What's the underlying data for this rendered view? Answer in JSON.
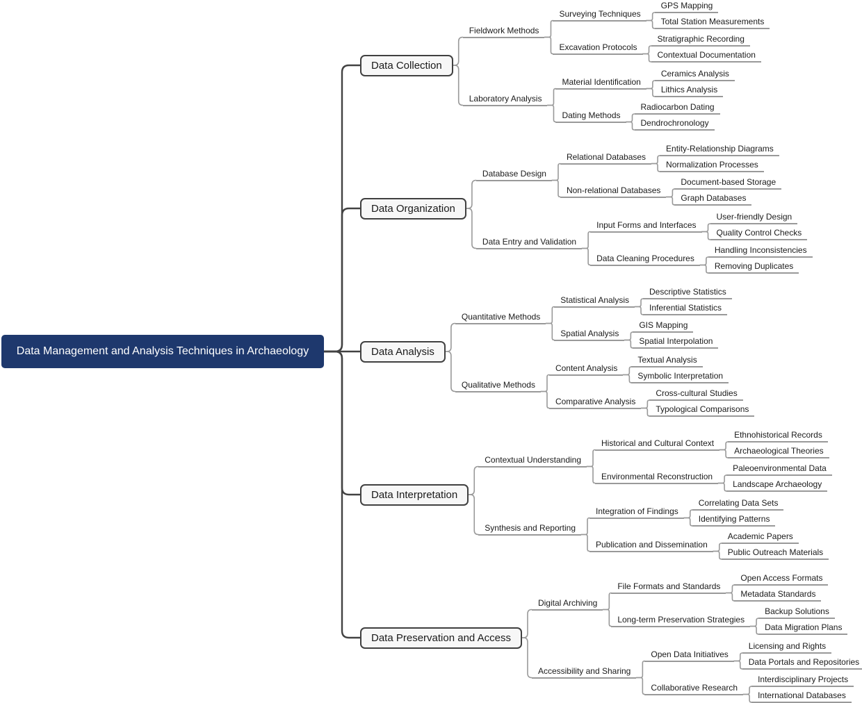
{
  "root": {
    "label": "Data Management and Analysis Techniques in Archaeology"
  },
  "branches": [
    {
      "label": "Data Collection",
      "children": [
        {
          "label": "Fieldwork Methods",
          "children": [
            {
              "label": "Surveying Techniques",
              "children": [
                {
                  "label": "GPS Mapping"
                },
                {
                  "label": "Total Station Measurements"
                }
              ]
            },
            {
              "label": "Excavation Protocols",
              "children": [
                {
                  "label": "Stratigraphic Recording"
                },
                {
                  "label": "Contextual Documentation"
                }
              ]
            }
          ]
        },
        {
          "label": "Laboratory Analysis",
          "children": [
            {
              "label": "Material Identification",
              "children": [
                {
                  "label": "Ceramics Analysis"
                },
                {
                  "label": "Lithics Analysis"
                }
              ]
            },
            {
              "label": "Dating Methods",
              "children": [
                {
                  "label": "Radiocarbon Dating"
                },
                {
                  "label": "Dendrochronology"
                }
              ]
            }
          ]
        }
      ]
    },
    {
      "label": "Data Organization",
      "children": [
        {
          "label": "Database Design",
          "children": [
            {
              "label": "Relational Databases",
              "children": [
                {
                  "label": "Entity-Relationship Diagrams"
                },
                {
                  "label": "Normalization Processes"
                }
              ]
            },
            {
              "label": "Non-relational Databases",
              "children": [
                {
                  "label": "Document-based Storage"
                },
                {
                  "label": "Graph Databases"
                }
              ]
            }
          ]
        },
        {
          "label": "Data Entry and Validation",
          "children": [
            {
              "label": "Input Forms and Interfaces",
              "children": [
                {
                  "label": "User-friendly Design"
                },
                {
                  "label": "Quality Control Checks"
                }
              ]
            },
            {
              "label": "Data Cleaning Procedures",
              "children": [
                {
                  "label": "Handling Inconsistencies"
                },
                {
                  "label": "Removing Duplicates"
                }
              ]
            }
          ]
        }
      ]
    },
    {
      "label": "Data Analysis",
      "children": [
        {
          "label": "Quantitative Methods",
          "children": [
            {
              "label": "Statistical Analysis",
              "children": [
                {
                  "label": "Descriptive Statistics"
                },
                {
                  "label": "Inferential Statistics"
                }
              ]
            },
            {
              "label": "Spatial Analysis",
              "children": [
                {
                  "label": "GIS Mapping"
                },
                {
                  "label": "Spatial Interpolation"
                }
              ]
            }
          ]
        },
        {
          "label": "Qualitative Methods",
          "children": [
            {
              "label": "Content Analysis",
              "children": [
                {
                  "label": "Textual Analysis"
                },
                {
                  "label": "Symbolic Interpretation"
                }
              ]
            },
            {
              "label": "Comparative Analysis",
              "children": [
                {
                  "label": "Cross-cultural Studies"
                },
                {
                  "label": "Typological Comparisons"
                }
              ]
            }
          ]
        }
      ]
    },
    {
      "label": "Data Interpretation",
      "children": [
        {
          "label": "Contextual Understanding",
          "children": [
            {
              "label": "Historical and Cultural Context",
              "children": [
                {
                  "label": "Ethnohistorical Records"
                },
                {
                  "label": "Archaeological Theories"
                }
              ]
            },
            {
              "label": "Environmental Reconstruction",
              "children": [
                {
                  "label": "Paleoenvironmental Data"
                },
                {
                  "label": "Landscape Archaeology"
                }
              ]
            }
          ]
        },
        {
          "label": "Synthesis and Reporting",
          "children": [
            {
              "label": "Integration of Findings",
              "children": [
                {
                  "label": "Correlating Data Sets"
                },
                {
                  "label": "Identifying Patterns"
                }
              ]
            },
            {
              "label": "Publication and Dissemination",
              "children": [
                {
                  "label": "Academic Papers"
                },
                {
                  "label": "Public Outreach Materials"
                }
              ]
            }
          ]
        }
      ]
    },
    {
      "label": "Data Preservation and Access",
      "children": [
        {
          "label": "Digital Archiving",
          "children": [
            {
              "label": "File Formats and Standards",
              "children": [
                {
                  "label": "Open Access Formats"
                },
                {
                  "label": "Metadata Standards"
                }
              ]
            },
            {
              "label": "Long-term Preservation Strategies",
              "children": [
                {
                  "label": "Backup Solutions"
                },
                {
                  "label": "Data Migration Plans"
                }
              ]
            }
          ]
        },
        {
          "label": "Accessibility and Sharing",
          "children": [
            {
              "label": "Open Data Initiatives",
              "children": [
                {
                  "label": "Licensing and Rights"
                },
                {
                  "label": "Data Portals and Repositories"
                }
              ]
            },
            {
              "label": "Collaborative Research",
              "children": [
                {
                  "label": "Interdisciplinary Projects"
                },
                {
                  "label": "International Databases"
                }
              ]
            }
          ]
        }
      ]
    }
  ],
  "colors": {
    "root_bg": "#1e386d",
    "root_text": "#ffffff",
    "node_box_bg": "#f7f7f7",
    "node_box_border": "#404040",
    "node_text": "#1a1a1a",
    "trunk_line": "#424242",
    "branch_line": "#999999"
  }
}
